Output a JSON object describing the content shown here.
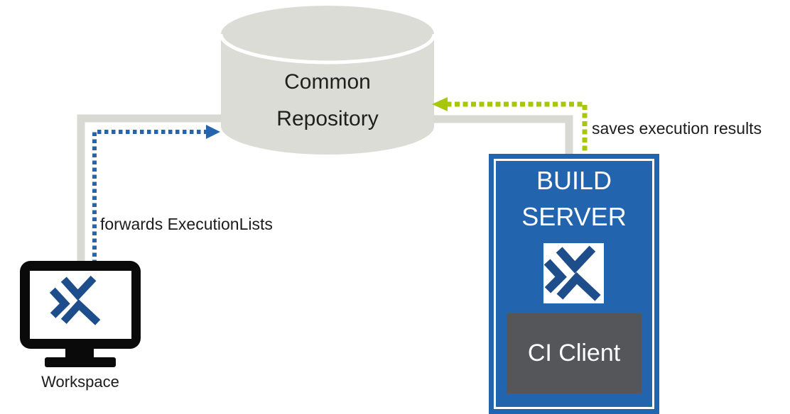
{
  "diagram": {
    "title_context": "CI workflow diagram",
    "repository": {
      "label": "Common Repository"
    },
    "workspace": {
      "label": "Workspace",
      "icon": "monitor-with-tosca-logo"
    },
    "build_server": {
      "title": "BUILD SERVER",
      "client_label": "CI Client",
      "icon": "tosca-logo"
    },
    "arrows": [
      {
        "id": "forwards-executionlists",
        "label": "forwards ExecutionLists",
        "style": "dotted",
        "color": "#2565ae",
        "from": "Workspace",
        "to": "Common Repository"
      },
      {
        "id": "saves-execution-results",
        "label": "saves execution results",
        "style": "dotted",
        "color": "#a7c70d",
        "from": "BUILD SERVER",
        "to": "Common Repository"
      }
    ],
    "connectors": [
      {
        "id": "workspace-repository",
        "style": "solid",
        "color": "#d9d9d4"
      },
      {
        "id": "buildserver-repository",
        "style": "solid",
        "color": "#d9d9d4"
      }
    ],
    "colors": {
      "build_server_blue": "#2364ae",
      "logo_blue": "#1e4d8b",
      "arrow_blue": "#2565ae",
      "arrow_green": "#a7c70d",
      "cylinder_gray": "#dcdcd7",
      "connector_gray": "#d9d9d4",
      "ci_client_gray": "#54565a",
      "monitor_black": "#0a0a0a",
      "text_black": "#1c1c1c"
    }
  }
}
